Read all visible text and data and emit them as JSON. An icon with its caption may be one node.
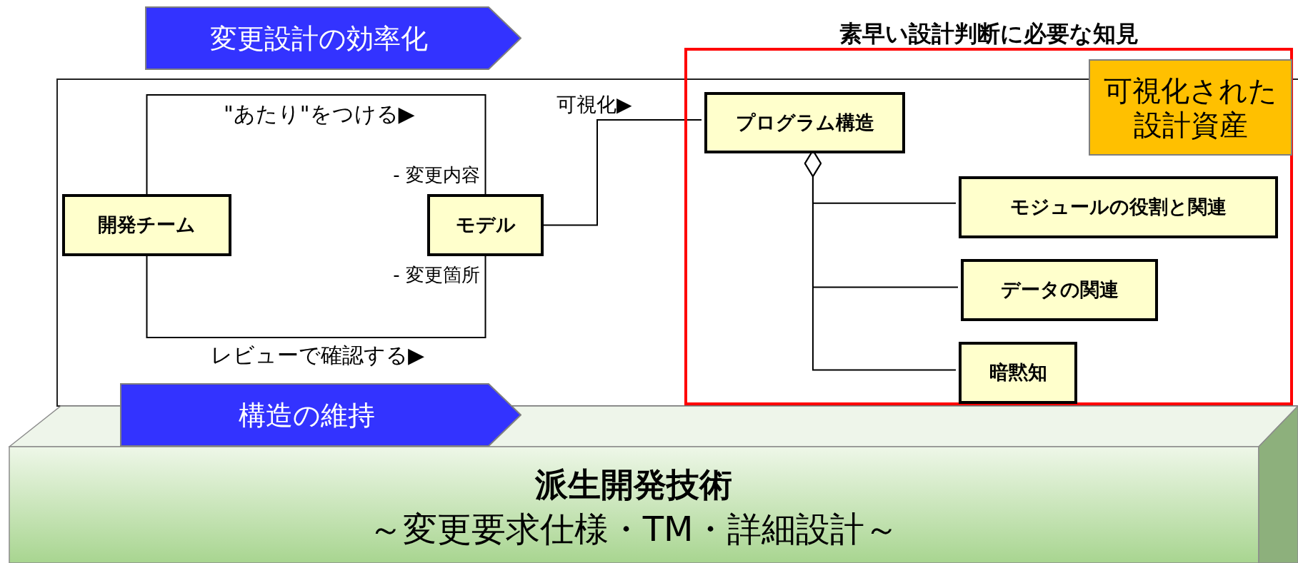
{
  "diagram": {
    "nodes": [
      {
        "text": [
          "変更設計の効率化"
        ]
      },
      {
        "text": [
          "開発チーム"
        ]
      },
      {
        "text": [
          "モデル"
        ]
      },
      {
        "text": [
          "素早い設計判断に必要な知見"
        ]
      },
      {
        "text": [
          "プログラム構造"
        ],
        "in": 3
      },
      {
        "text": [
          "可視化された設計資産"
        ],
        "in": 3
      },
      {
        "text": [
          "モジュールの役割と関連"
        ],
        "in": 3
      },
      {
        "text": [
          "データの関連"
        ],
        "in": 3
      },
      {
        "text": [
          "暗黙知"
        ],
        "in": 3
      },
      {
        "text": [
          "構造の維持"
        ]
      },
      {
        "text": [
          "派生開発技術",
          "～変更要求仕様・TM・詳細設計～"
        ]
      }
    ],
    "edges": [
      {
        "from": 1,
        "to": 2,
        "arrow": "none",
        "label": "\"あたり\"をつける▶"
      },
      {
        "from": 1,
        "to": 2,
        "arrow": "none",
        "label": "レビューで確認する▶"
      },
      {
        "from": 2,
        "to": 4,
        "arrow": "none",
        "label": "可視化▶"
      },
      {
        "from": 4,
        "to": 6,
        "arrow": "other"
      },
      {
        "from": 4,
        "to": 7,
        "arrow": "other"
      },
      {
        "from": 4,
        "to": 8,
        "arrow": "other"
      }
    ],
    "labels": [
      "- 変更内容",
      "- 変更箇所"
    ]
  }
}
